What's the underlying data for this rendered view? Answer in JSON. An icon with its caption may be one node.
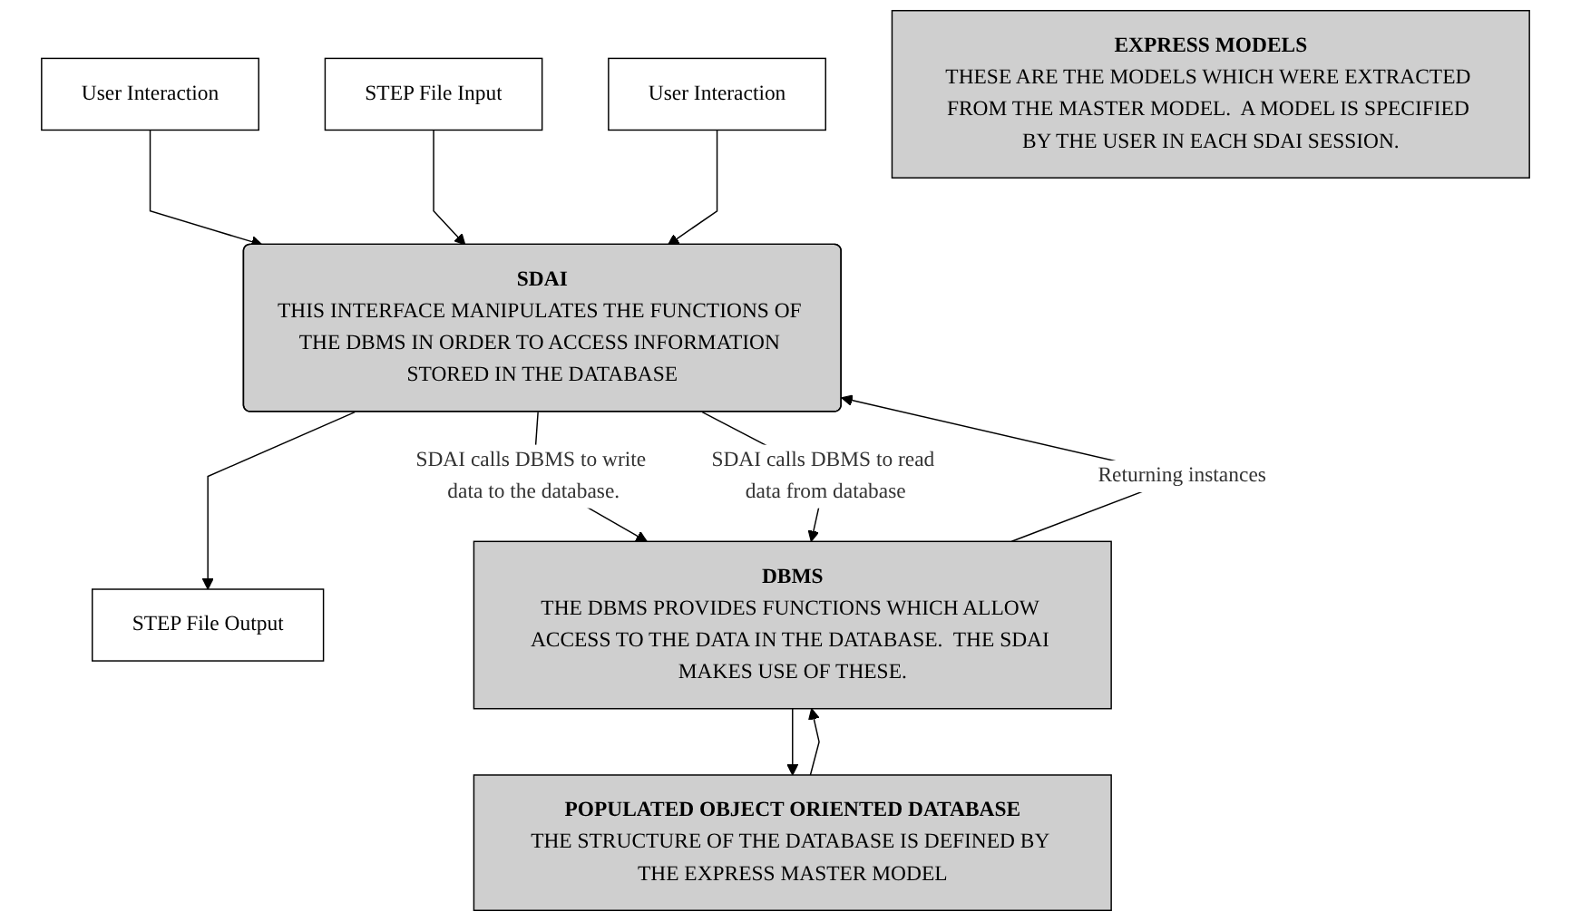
{
  "diagram": {
    "nodes": [
      {
        "text": [
          "User Interaction"
        ]
      },
      {
        "text": [
          "STEP File Input"
        ]
      },
      {
        "text": [
          "STEP File Output"
        ]
      },
      {
        "text": [
          "User Interaction"
        ]
      },
      {
        "text": [
          "SDAI",
          "THIS INTERFACE MANIPULATES THE FUNCTIONS OF THE DBMS IN ORDER TO ACCESS INFORMATION STORED IN THE DATABASE"
        ]
      },
      {
        "text": [
          "EXPRESS MODELS",
          "THESE ARE THE MODELS WHICH WERE EXTRACTED FROM THE MASTER MODEL.  A MODEL IS SPECIFIED BY THE USER IN EACH SDAI SESSION."
        ]
      },
      {
        "text": [
          "DBMS",
          "THE DBMS PROVIDES FUNCTIONS WHICH ALLOW ACCESS TO THE DATA IN THE DATABASE.  THE SDAI MAKES USE OF THESE."
        ]
      },
      {
        "text": [
          "POPULATED OBJECT ORIENTED DATABASE",
          "THE STRUCTURE OF THE DATABASE IS DEFINED BY THE EXPRESS MASTER MODEL"
        ]
      }
    ],
    "edges": [
      {
        "from": 0,
        "to": 4,
        "arrow": "to"
      },
      {
        "from": 1,
        "to": 4,
        "arrow": "to"
      },
      {
        "from": 4,
        "to": 2,
        "arrow": "to"
      },
      {
        "from": 3,
        "to": 4,
        "arrow": "to"
      },
      {
        "from": 4,
        "to": 6,
        "arrow": "to",
        "label": "SDAI calls DBMS to write data to the database."
      },
      {
        "from": 4,
        "to": 6,
        "arrow": "to",
        "label": "SDAI calls DBMS to read data from database"
      },
      {
        "from": 6,
        "to": 4,
        "arrow": "to",
        "label": "Returning instances"
      },
      {
        "from": 6,
        "to": 7,
        "arrow": "to"
      },
      {
        "from": 7,
        "to": 6,
        "arrow": "to"
      }
    ]
  }
}
